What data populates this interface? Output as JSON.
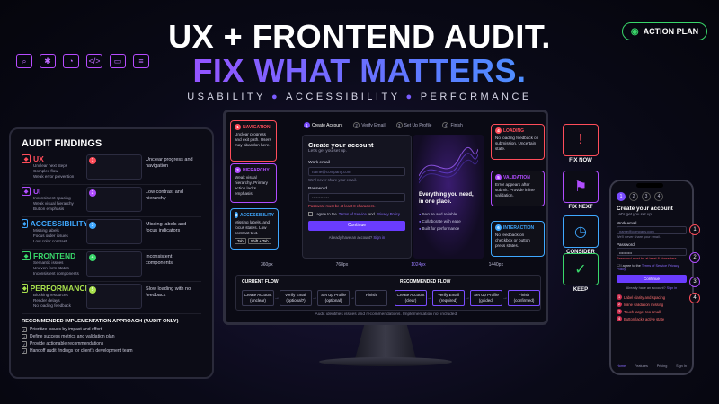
{
  "header": {
    "title_line1": "UX + FRONTEND AUDIT.",
    "title_line2": "FIX WHAT MATTERS.",
    "sub1": "USABILITY",
    "sub2": "ACCESSIBILITY",
    "sub3": "PERFORMANCE",
    "action_plan": "ACTION PLAN",
    "tool_icons": [
      "search-icon",
      "accessibility-icon",
      "gauge-icon",
      "code-icon",
      "browser-icon",
      "sliders-icon"
    ]
  },
  "findings": {
    "title": "AUDIT FINDINGS",
    "items": [
      {
        "name": "UX",
        "color": "#ff4d5a",
        "bullets": [
          "Unclear next steps",
          "Complex flow",
          "Weak error prevention"
        ],
        "desc": "Unclear progress and navigation",
        "num": "1"
      },
      {
        "name": "UI",
        "color": "#b04cff",
        "bullets": [
          "Inconsistent spacing",
          "Weak visual hierarchy",
          "Button emphasis"
        ],
        "desc": "Low contrast and hierarchy",
        "num": "2"
      },
      {
        "name": "ACCESSIBILITY",
        "color": "#3fa8ff",
        "bullets": [
          "Missing labels",
          "Focus order issues",
          "Low color contrast"
        ],
        "desc": "Missing labels and focus indicators",
        "num": "3"
      },
      {
        "name": "FRONTEND",
        "color": "#39d76a",
        "bullets": [
          "Semantic issues",
          "Uneven form states",
          "Inconsistent components"
        ],
        "desc": "Inconsistent components",
        "num": "4"
      },
      {
        "name": "PERFORMANCE",
        "color": "#a8e04c",
        "bullets": [
          "Blocking resources",
          "Render delays",
          "No loading feedback"
        ],
        "desc": "Slow loading with no feedback",
        "num": "5"
      }
    ],
    "recommended": {
      "title": "RECOMMENDED IMPLEMENTATION APPROACH (AUDIT ONLY)",
      "items": [
        "Prioritize issues by impact and effort",
        "Define success metrics and validation plan",
        "Provide actionable recommendations",
        "Handoff audit findings for client's development team"
      ]
    }
  },
  "monitor": {
    "steps": [
      {
        "n": "1",
        "label": "Create Account"
      },
      {
        "n": "2",
        "label": "Verify Email"
      },
      {
        "n": "3",
        "label": "Set Up Profile"
      },
      {
        "n": "4",
        "label": "Finish"
      }
    ],
    "form": {
      "title": "Create your account",
      "subtitle": "Let's get you set up.",
      "email_label": "Work email",
      "email_placeholder": "name@company.com",
      "email_hint": "We'll never share your email.",
      "password_label": "Password",
      "password_value": "••••••••••••",
      "password_error": "Password must be at least 8 characters.",
      "agree_prefix": "I agree to the",
      "agree_terms": "Terms of Service",
      "agree_and": "and",
      "agree_privacy": "Privacy Policy.",
      "submit": "Continue",
      "already_prefix": "Already have an account?",
      "already_link": "Sign in"
    },
    "promo": {
      "headline": "Everything you need, in one place.",
      "features": [
        "Secure and reliable",
        "Collaborate with ease",
        "Built for performance"
      ]
    },
    "callouts": {
      "navigation": {
        "n": "1",
        "title": "NAVIGATION",
        "desc": "Unclear progress and exit path. Users may abandon here.",
        "color": "#ff4d5a"
      },
      "hierarchy": {
        "n": "2",
        "title": "HIERARCHY",
        "desc": "Weak visual hierarchy. Primary action lacks emphasis.",
        "color": "#b04cff"
      },
      "accessibility": {
        "n": "3",
        "title": "ACCESSIBILITY",
        "desc": "Missing labels, and focus states. Low contrast text.",
        "color": "#3fa8ff",
        "k1": "Tab",
        "k2": "Shift + Tab"
      },
      "loading": {
        "n": "4",
        "title": "LOADING",
        "desc": "No loading feedback on submission. Uncertain state.",
        "color": "#ff4d5a"
      },
      "validation": {
        "n": "5",
        "title": "VALIDATION",
        "desc": "Error appears after submit. Provide inline validation.",
        "color": "#b04cff"
      },
      "interaction": {
        "n": "6",
        "title": "INTERACTION",
        "desc": "No feedback on checkbox or button press states.",
        "color": "#3fa8ff"
      }
    },
    "viewports": [
      "360px",
      "768px",
      "1024px",
      "1440px"
    ],
    "current_flow": {
      "title": "CURRENT FLOW",
      "steps": [
        "Create Account (unclear)",
        "Verify Email (optional?)",
        "Set Up Profile (optional)",
        "Finish"
      ]
    },
    "recommended_flow": {
      "title": "RECOMMENDED FLOW",
      "steps": [
        "Create Account (clear)",
        "Verify Email (required)",
        "Set Up Profile (guided)",
        "Finish (confirmed)"
      ]
    },
    "footnote": "Audit identifies issues and recommendations. Implementation not included."
  },
  "plan": [
    {
      "label": "FIX NOW",
      "icon": "!",
      "color": "#ff4d5a"
    },
    {
      "label": "FIX NEXT",
      "icon": "⚑",
      "color": "#b04cff"
    },
    {
      "label": "CONSIDER LATER",
      "icon": "◷",
      "color": "#3fa8ff"
    },
    {
      "label": "KEEP",
      "icon": "✓",
      "color": "#39d76a"
    }
  ],
  "phone": {
    "steps": [
      "1",
      "2",
      "3",
      "4"
    ],
    "title": "Create your account",
    "subtitle": "Let's get you set up.",
    "email_label": "Work email",
    "email_placeholder": "name@company.com",
    "email_hint": "We'll never share your email.",
    "password_label": "Password",
    "password_value": "••••••••••",
    "password_error": "Password must be at least 8 characters.",
    "agree_prefix": "I agree to the",
    "agree_terms": "Terms of Service",
    "agree_privacy": "Privacy Policy.",
    "submit": "Continue",
    "already_prefix": "Already have an account?",
    "already_link": "Sign in",
    "issues": [
      "Label clarity and spacing",
      "Inline validation missing",
      "Touch target too small",
      "Button lacks active state"
    ],
    "nav": [
      "Home",
      "Features",
      "Pricing",
      "Sign In"
    ],
    "markers": [
      "1",
      "2",
      "3",
      "4"
    ]
  }
}
